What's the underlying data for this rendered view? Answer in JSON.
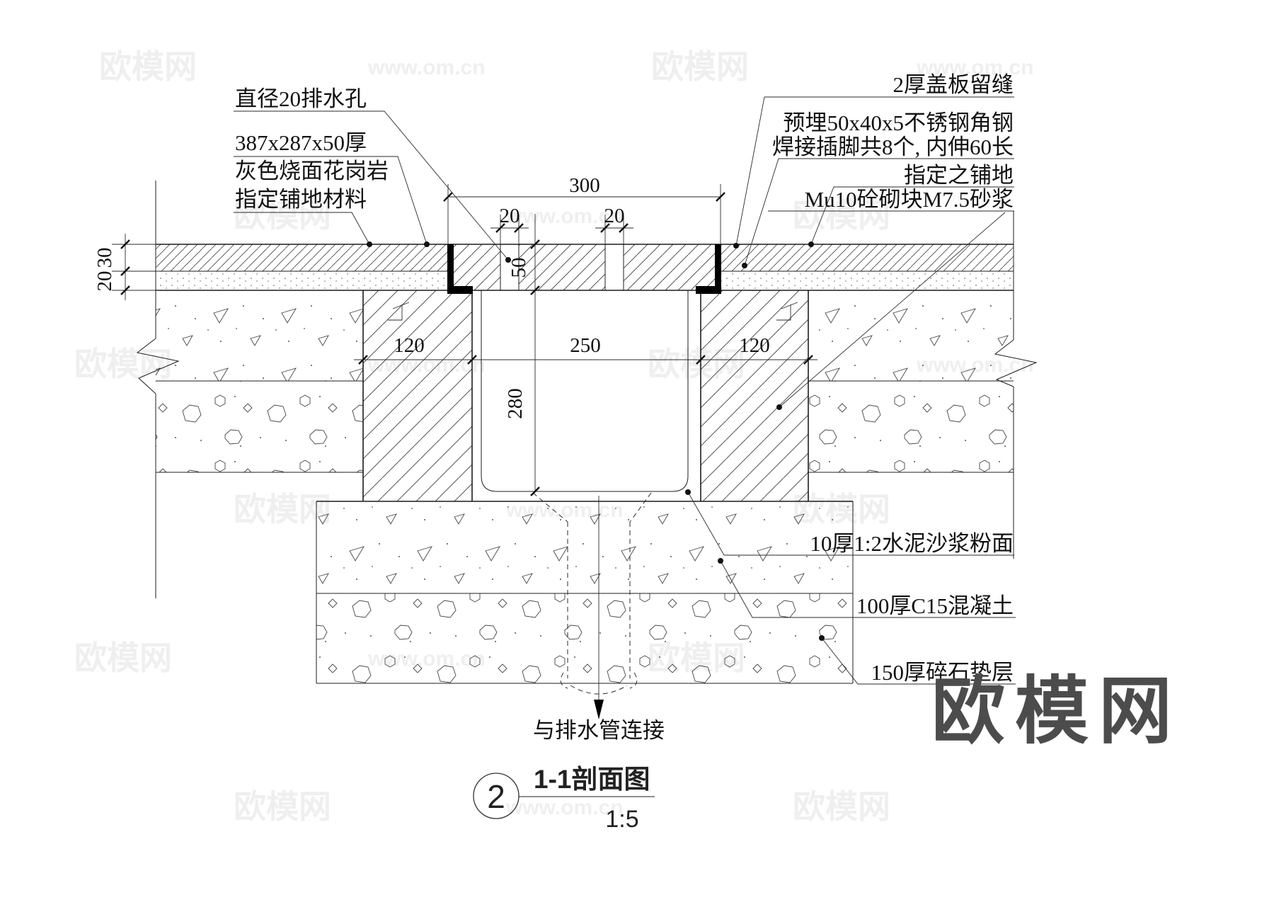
{
  "drawing": {
    "annotations_left": {
      "drain_hole": "直径20排水孔",
      "granite_l1": "387x287x50厚",
      "granite_l2": "灰色烧面花岗岩",
      "granite_l3": "指定铺地材料"
    },
    "annotations_right": {
      "cover_seam": "2厚盖板留缝",
      "embed_angle": "预埋50x40x5不锈钢角钢",
      "weld_feet": "焊接插脚共8个, 内伸60长",
      "paving": "指定之铺地",
      "block": "Mu10砼砌块M7.5砂浆",
      "render": "10厚1:2水泥沙浆粉面",
      "concrete": "100厚C15混凝土",
      "gravel": "150厚碎石垫层"
    },
    "bottom_note": "与排水管连接",
    "dims": {
      "d300": "300",
      "d20a": "20",
      "d20b": "20",
      "d50": "50",
      "d30": "30",
      "d20v": "20",
      "d120l": "120",
      "d250": "250",
      "d120r": "120",
      "d280": "280"
    },
    "title": {
      "number": "2",
      "name": "1-1剖面图",
      "scale": "1:5"
    }
  },
  "watermark": {
    "site": "欧模网",
    "url": "www.om.cn",
    "big": "欧模网"
  }
}
